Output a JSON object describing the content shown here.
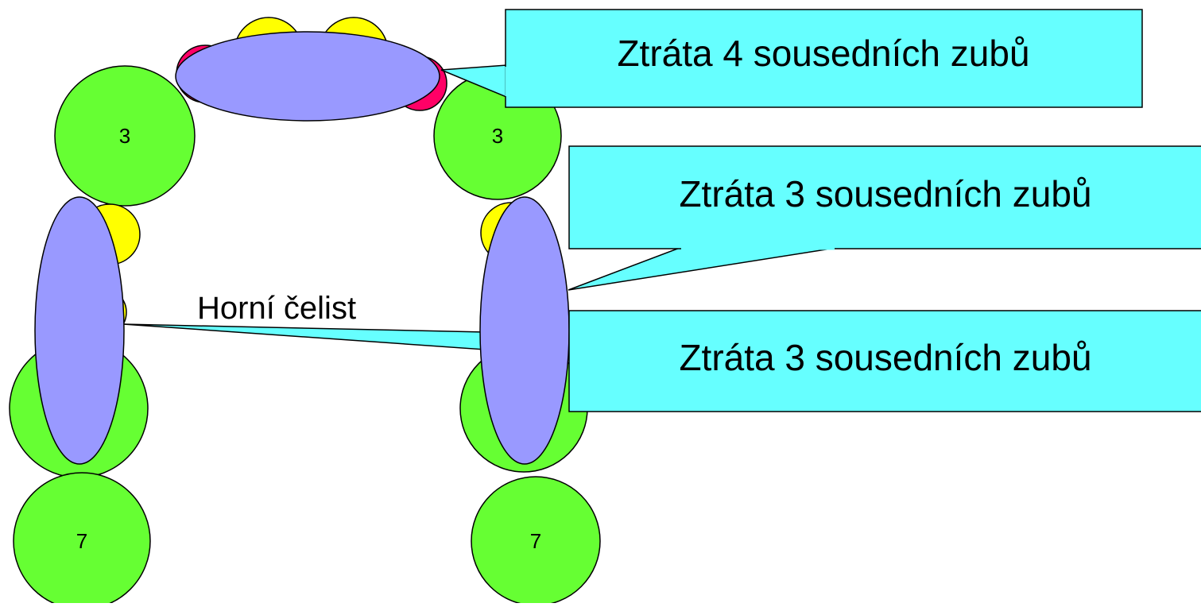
{
  "jaw_label": "Horní čelist",
  "tooth_labels": {
    "upper_left_3": "3",
    "upper_right_3": "3",
    "lower_left_7": "7",
    "lower_right_7": "7"
  },
  "callouts": {
    "top": "Ztráta 4 sousedních zubů",
    "middle": "Ztráta 3 sousedních zubů",
    "bottom": "Ztráta 3 sousedních zubů"
  },
  "colors": {
    "tooth_green": "#66ff33",
    "tooth_yellow": "#ffff00",
    "tooth_red": "#ff0066",
    "missing_marker": "#9999ff",
    "callout_fill": "#66ffff",
    "outline": "#000000"
  }
}
